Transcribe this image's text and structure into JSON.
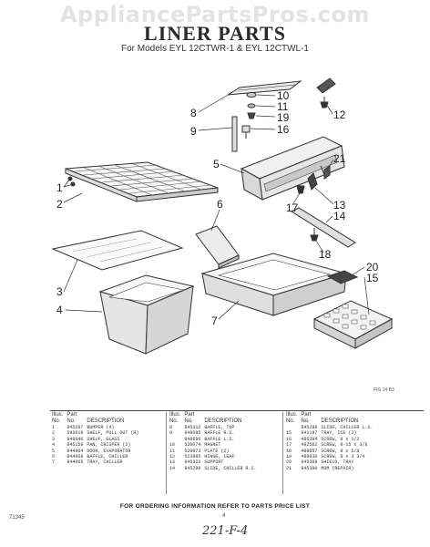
{
  "watermark": "AppliancePartsPros.com",
  "title": "LINER PARTS",
  "subtitle": "For Models EYL 12CTWR-1 & EYL 12CTWL-1",
  "figure_number": "FIG 14 B3",
  "callouts": [
    "1",
    "2",
    "3",
    "4",
    "5",
    "6",
    "7",
    "8",
    "9",
    "10",
    "11",
    "12",
    "13",
    "14",
    "15",
    "16",
    "17",
    "18",
    "19",
    "20",
    "21"
  ],
  "table_headers": {
    "illus_top": "Illus.",
    "part_top": "Part",
    "no": "No.",
    "description": "DESCRIPTION"
  },
  "parts": [
    [
      {
        "illus": "1",
        "part": "845287",
        "desc": "BUMPER (4)"
      },
      {
        "illus": "2",
        "part": "596619",
        "desc": "SHELF, PULL OUT (R)"
      },
      {
        "illus": "3",
        "part": "848046",
        "desc": "SHELF, GLASS"
      },
      {
        "illus": "4",
        "part": "845158",
        "desc": "PAN, CRISPER (2)"
      },
      {
        "illus": "5",
        "part": "844964",
        "desc": "DOOR, EVAPORATOR"
      },
      {
        "illus": "6",
        "part": "844968",
        "desc": "BAFFLE, CHILLER"
      },
      {
        "illus": "7",
        "part": "844965",
        "desc": "TRAY, CHILLER"
      }
    ],
    [
      {
        "illus": "8",
        "part": "845312",
        "desc": "BAFFLE, TOP"
      },
      {
        "illus": "9",
        "part": "848695",
        "desc": "BAFFLE R.S."
      },
      {
        "illus": "",
        "part": "848696",
        "desc": "BAFFLE L.S."
      },
      {
        "illus": "10",
        "part": "520074",
        "desc": "MAGNET"
      },
      {
        "illus": "11",
        "part": "520073",
        "desc": "PLATE (2)"
      },
      {
        "illus": "12",
        "part": "523885",
        "desc": "HINGE, LEAF"
      },
      {
        "illus": "13",
        "part": "845322",
        "desc": "SUPPORT"
      },
      {
        "illus": "14",
        "part": "845299",
        "desc": "SLIDE, CHILLER R.S."
      }
    ],
    [
      {
        "illus": "",
        "part": "845298",
        "desc": "SLIDE, CHILLER L.S."
      },
      {
        "illus": "15",
        "part": "841197",
        "desc": "TRAY, ICE (2)"
      },
      {
        "illus": "16",
        "part": "486394",
        "desc": "SCREW, 8 x 1/2"
      },
      {
        "illus": "17",
        "part": "492562",
        "desc": "SCREW, 8-15 x 3/8"
      },
      {
        "illus": "18",
        "part": "488857",
        "desc": "SCREW, 8 x 5/8"
      },
      {
        "illus": "19",
        "part": "488830",
        "desc": "SCREW, 8 x 3 3/4"
      },
      {
        "illus": "20",
        "part": "845388",
        "desc": "SHIELD, TRAY"
      },
      {
        "illus": "21",
        "part": "845390",
        "desc": "MUM (REPAIR)"
      }
    ]
  ],
  "footer": "FOR ORDERING INFORMATION REFER TO PARTS PRICE LIST",
  "doc_code": "71345",
  "page_number": "4",
  "handwriting": "221-F-4"
}
